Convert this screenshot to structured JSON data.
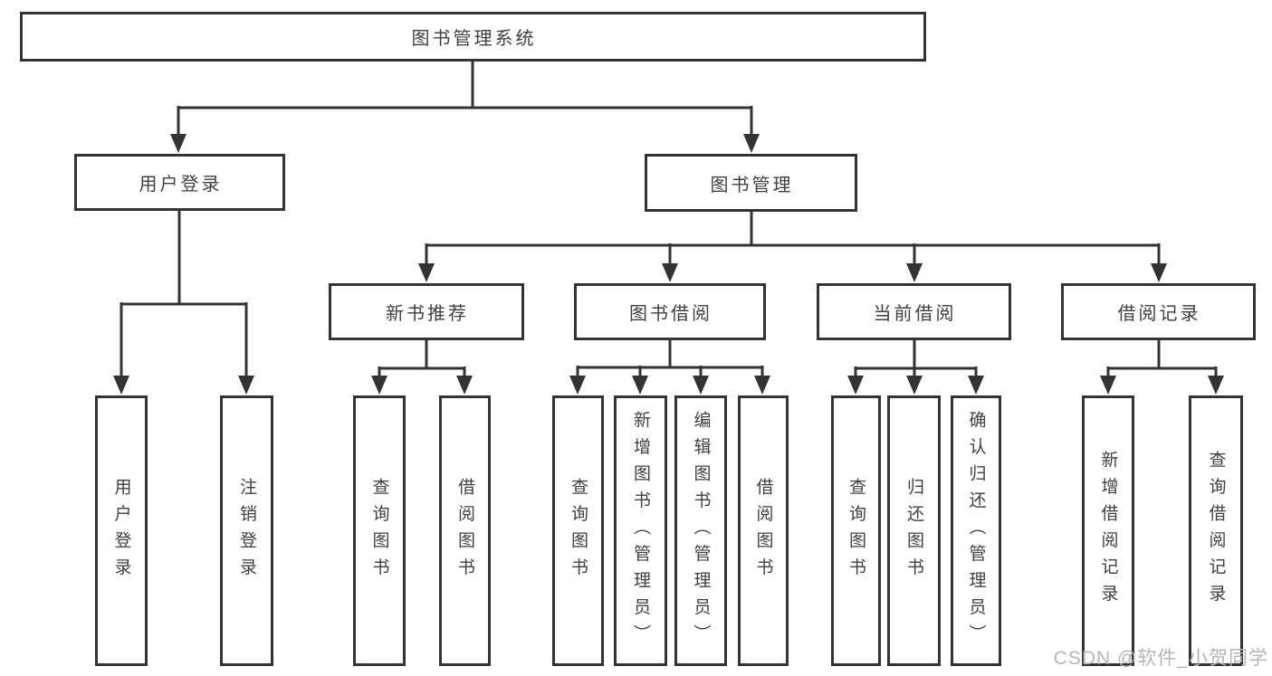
{
  "diagram_title": "图书管理系统",
  "tree": {
    "root": {
      "label": "图书管理系统",
      "children": [
        {
          "label": "用户登录",
          "children": [
            {
              "label": "用户登录"
            },
            {
              "label": "注销登录"
            }
          ]
        },
        {
          "label": "图书管理",
          "children": [
            {
              "label": "新书推荐",
              "children": [
                {
                  "label": "查询图书"
                },
                {
                  "label": "借阅图书"
                }
              ]
            },
            {
              "label": "图书借阅",
              "children": [
                {
                  "label": "查询图书"
                },
                {
                  "label": "新增图书（管理员）"
                },
                {
                  "label": "编辑图书（管理员）"
                },
                {
                  "label": "借阅图书"
                }
              ]
            },
            {
              "label": "当前借阅",
              "children": [
                {
                  "label": "查询图书"
                },
                {
                  "label": "归还图书"
                },
                {
                  "label": "确认归还（管理员）"
                }
              ]
            },
            {
              "label": "借阅记录",
              "children": [
                {
                  "label": "新增借阅记录"
                },
                {
                  "label": "查询借阅记录"
                }
              ]
            }
          ]
        }
      ]
    }
  },
  "watermark": {
    "text": "CSDN @软件_小贺同学"
  },
  "colors": {
    "line": "#333333",
    "text": "#404040",
    "watermark": "#b2b6ba"
  }
}
